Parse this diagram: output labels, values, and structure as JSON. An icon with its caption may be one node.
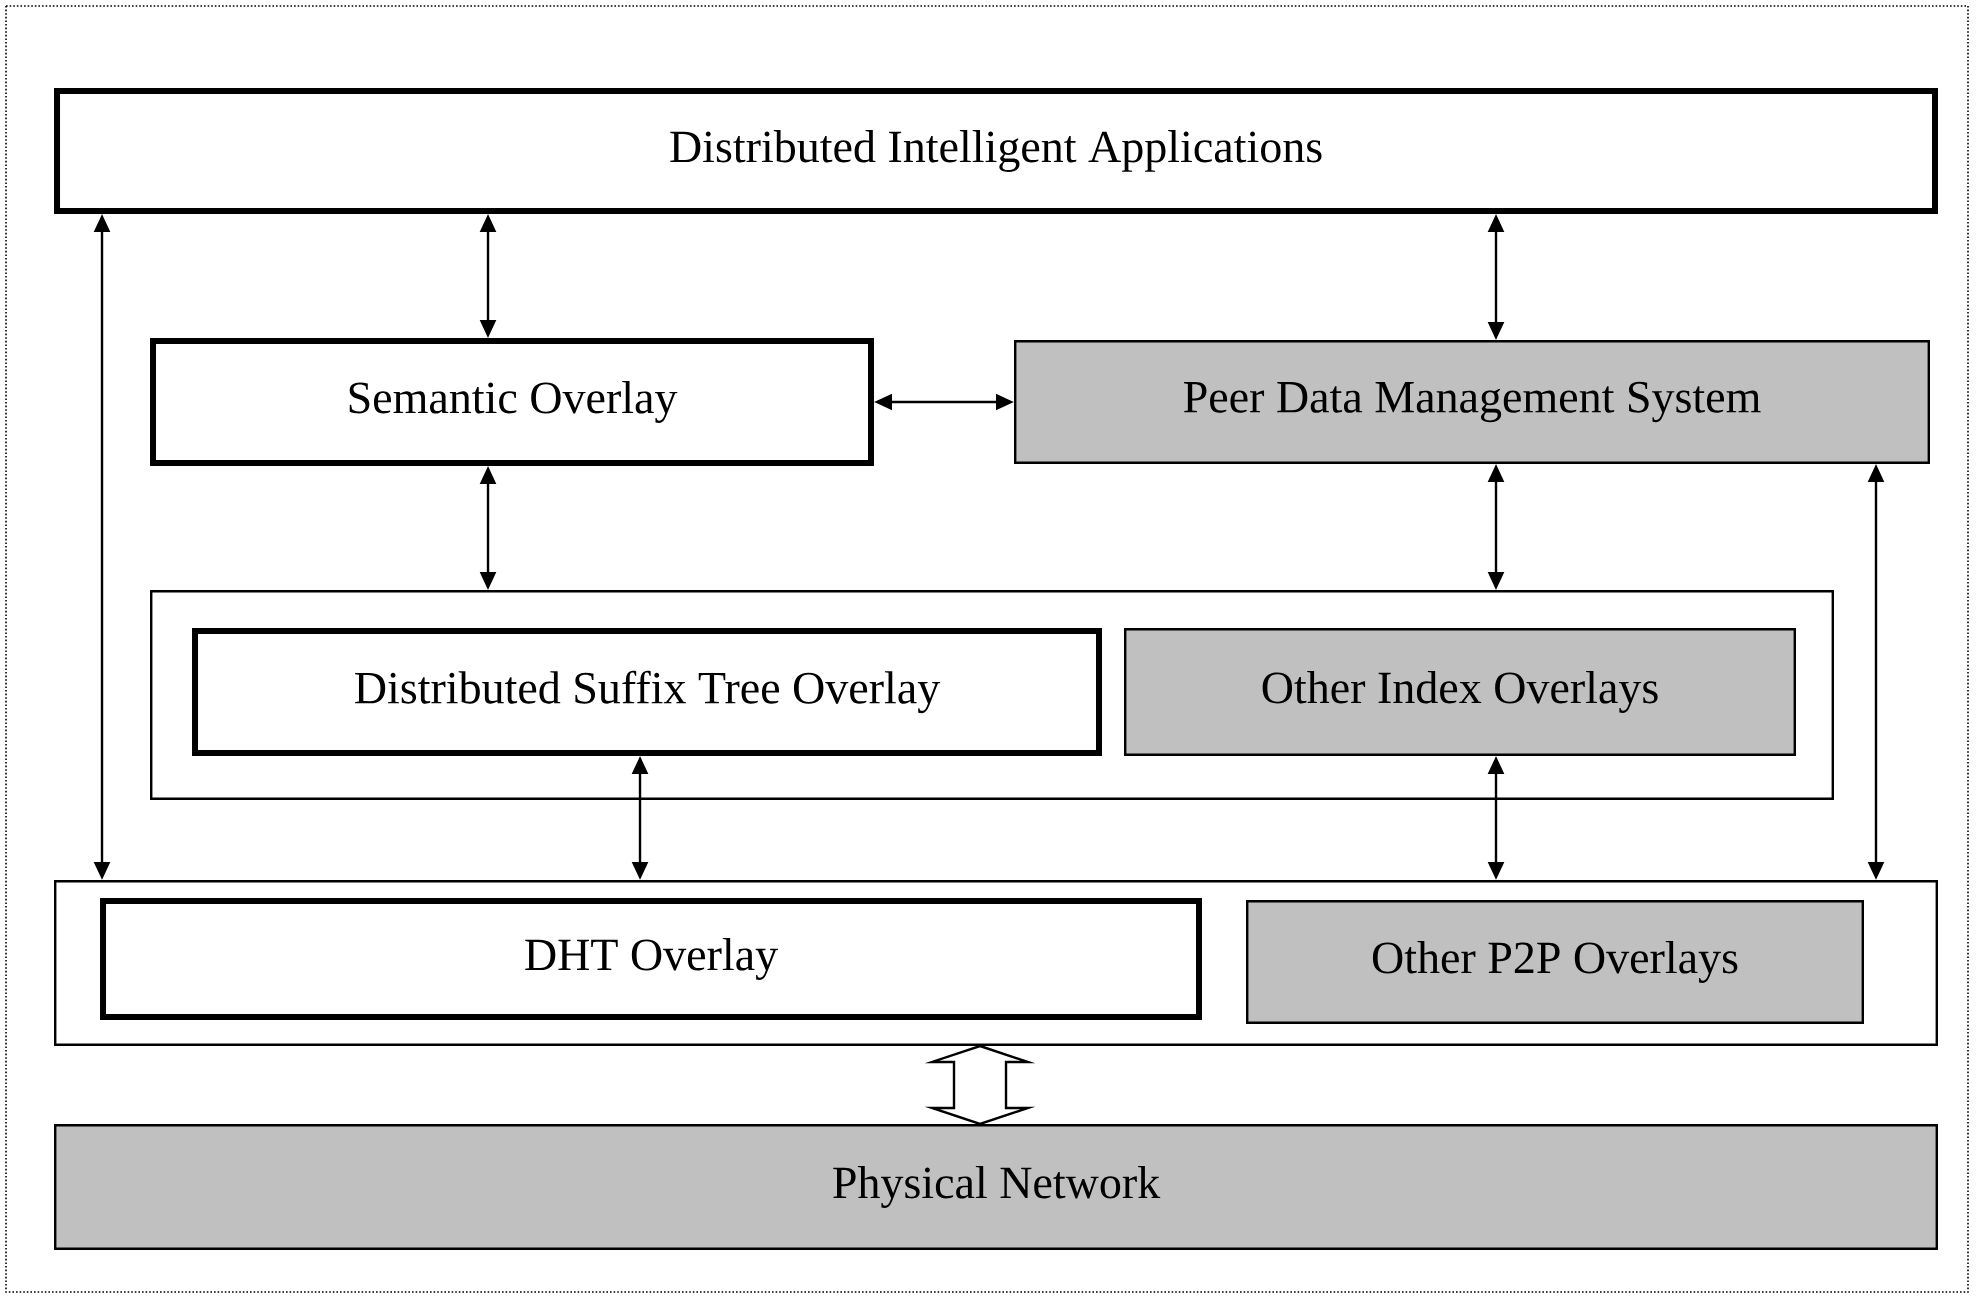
{
  "diagram": {
    "nodes": [
      {
        "text": [
          "Distributed Intelligent Applications"
        ]
      },
      {
        "text": [
          "Semantic Overlay"
        ]
      },
      {
        "text": [
          "Peer Data Management System"
        ]
      },
      {
        "text": [],
        "shape": "box"
      },
      {
        "text": [
          "Distributed Suffix Tree Overlay"
        ],
        "in": 3
      },
      {
        "text": [
          "Other Index Overlays"
        ],
        "in": 3
      },
      {
        "text": [],
        "shape": "box"
      },
      {
        "text": [
          "DHT Overlay"
        ],
        "in": 6
      },
      {
        "text": [
          "Other P2P Overlays"
        ],
        "in": 6
      },
      {
        "text": [
          "Physical Network"
        ]
      }
    ],
    "edges": [
      {
        "from": 0,
        "to": 6,
        "arrow": "both"
      },
      {
        "from": 0,
        "to": 1,
        "arrow": "both"
      },
      {
        "from": 0,
        "to": 2,
        "arrow": "both"
      },
      {
        "from": 1,
        "to": 2,
        "arrow": "both"
      },
      {
        "from": 1,
        "to": 3,
        "arrow": "both"
      },
      {
        "from": 2,
        "to": 3,
        "arrow": "both"
      },
      {
        "from": 2,
        "to": 6,
        "arrow": "both"
      },
      {
        "from": 4,
        "to": 6,
        "arrow": "both"
      },
      {
        "from": 5,
        "to": 6,
        "arrow": "both"
      },
      {
        "from": 6,
        "to": 9,
        "arrow": "both",
        "style": "thick"
      }
    ]
  }
}
